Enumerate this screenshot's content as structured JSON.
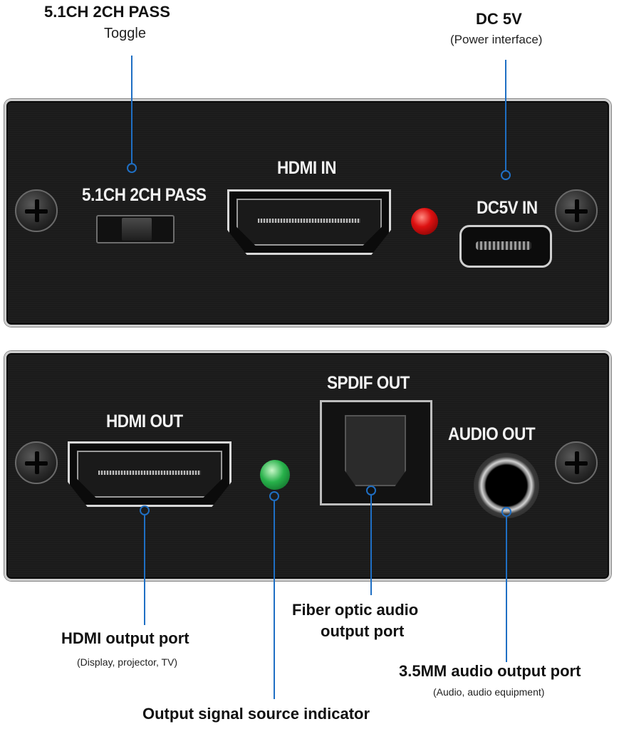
{
  "callouts": {
    "toggle": {
      "title": "5.1CH 2CH PASS",
      "sub": "Toggle"
    },
    "power": {
      "title": "DC 5V",
      "sub": "(Power interface)"
    },
    "hdmi_out": {
      "title": "HDMI output port",
      "sub": "(Display, projector, TV)"
    },
    "indicator": {
      "title": "Output signal source indicator"
    },
    "fiber": {
      "title_line1": "Fiber optic audio",
      "title_line2": "output port"
    },
    "audio_out": {
      "title": "3.5MM audio output port",
      "sub": "(Audio, audio equipment)"
    }
  },
  "panel_top": {
    "switch_label": "5.1CH 2CH PASS",
    "hdmi_in_label": "HDMI IN",
    "dc_label": "DC5V IN"
  },
  "panel_bottom": {
    "hdmi_out_label": "HDMI OUT",
    "spdif_label": "SPDIF OUT",
    "audio_label": "AUDIO OUT"
  },
  "colors": {
    "leader": "#1f6fc4",
    "led_red": "#d11111",
    "led_green": "#27b14a",
    "panel": "#1c1c1c"
  },
  "icons": [
    "screw-icon",
    "hdmi-port-icon",
    "usb-port-icon",
    "optical-port-icon",
    "audio-jack-icon"
  ]
}
